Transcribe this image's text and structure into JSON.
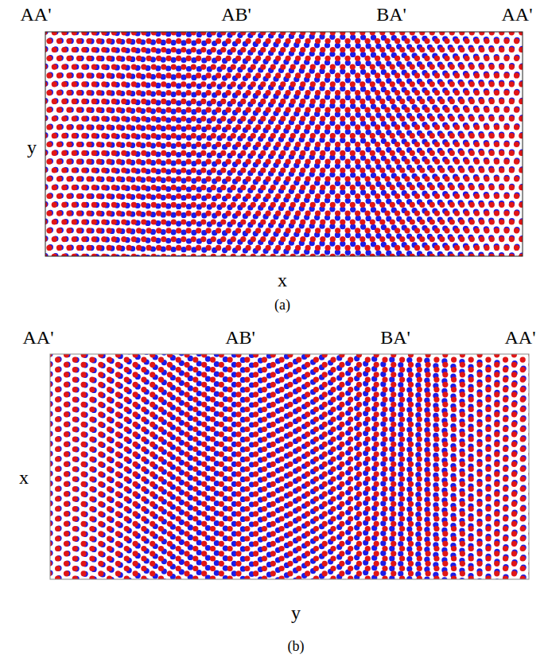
{
  "diagram": {
    "labels": [
      "AA'",
      "AB'",
      "BA'",
      "AA'",
      "y",
      "x",
      "(a)",
      "AA'",
      "AB'",
      "BA'",
      "AA'",
      "x",
      "y",
      "(b)"
    ]
  }
}
